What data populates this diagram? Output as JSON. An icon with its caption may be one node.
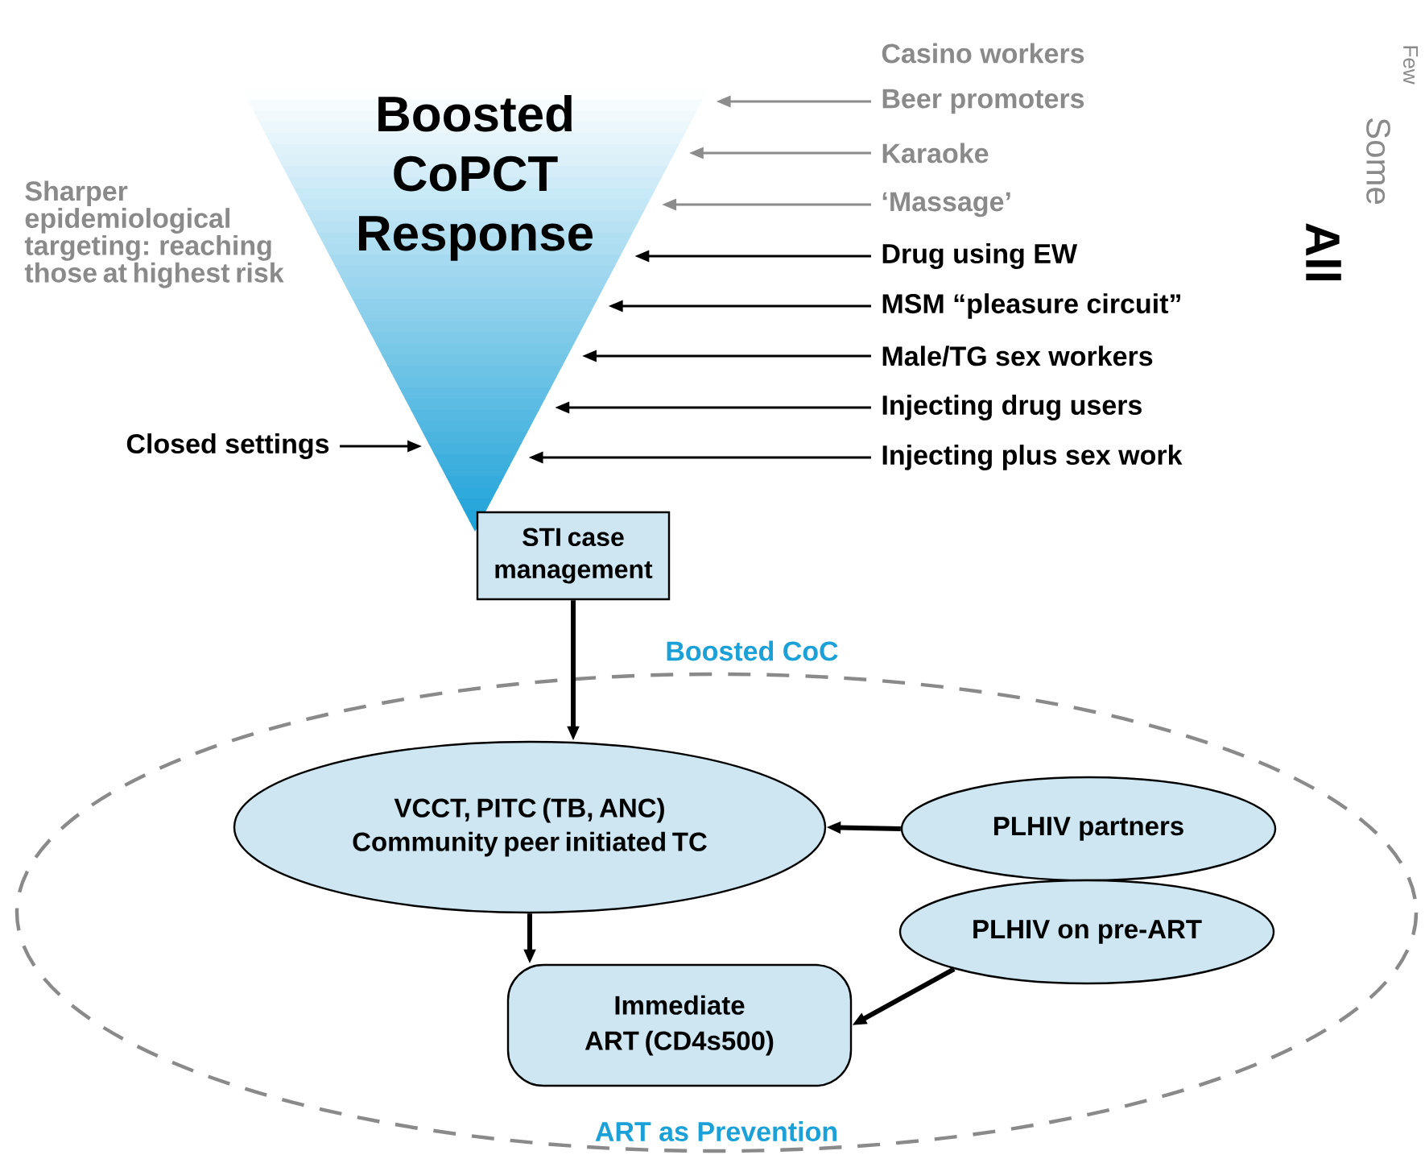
{
  "diagram": {
    "nodes": [
      {
        "text": [
          "Boosted CoPCT Response"
        ]
      },
      {
        "text": [
          "Beer promoters"
        ]
      },
      {
        "text": [
          "Karaoke"
        ]
      },
      {
        "text": [
          "‘Massage’"
        ]
      },
      {
        "text": [
          "Drug using EW"
        ]
      },
      {
        "text": [
          "MSM “pleasure circuit”"
        ]
      },
      {
        "text": [
          "Male/TG sex workers"
        ]
      },
      {
        "text": [
          "Injecting drug users"
        ]
      },
      {
        "text": [
          "Injecting plus sex work"
        ]
      },
      {
        "text": [
          "Closed settings"
        ]
      },
      {
        "text": [
          "STI case management"
        ]
      },
      {
        "text": [
          "ART as Prevention"
        ]
      },
      {
        "text": [
          "VCCT, PITC (TB, ANC) Community peer initiated TC"
        ],
        "in": 11
      },
      {
        "text": [
          "PLHIV partners"
        ],
        "in": 11
      },
      {
        "text": [
          "PLHIV on pre-ART"
        ],
        "in": 11
      },
      {
        "text": [
          "Immediate ART (CD4s500)"
        ],
        "in": 11
      }
    ],
    "edges": [
      {
        "from": 1,
        "to": 0,
        "arrow": "to",
        "color": "#8c8c8c"
      },
      {
        "from": 2,
        "to": 0,
        "arrow": "to",
        "color": "#8c8c8c"
      },
      {
        "from": 3,
        "to": 0,
        "arrow": "to",
        "color": "#8c8c8c"
      },
      {
        "from": 4,
        "to": 0,
        "arrow": "to"
      },
      {
        "from": 5,
        "to": 0,
        "arrow": "to"
      },
      {
        "from": 6,
        "to": 0,
        "arrow": "to"
      },
      {
        "from": 7,
        "to": 0,
        "arrow": "to"
      },
      {
        "from": 8,
        "to": 0,
        "arrow": "to"
      },
      {
        "from": 9,
        "to": 0,
        "arrow": "to"
      },
      {
        "from": 10,
        "to": 12,
        "arrow": "to",
        "label": "Boosted CoC",
        "style": "thick"
      },
      {
        "from": 13,
        "to": 12,
        "arrow": "to",
        "style": "thick"
      },
      {
        "from": 12,
        "to": 15,
        "arrow": "to",
        "style": "thick"
      },
      {
        "from": 14,
        "to": 15,
        "arrow": "to",
        "style": "thick"
      }
    ],
    "labels": [
      "Casino workers",
      "Few",
      "Some",
      "All",
      "Sharper epidemiological targeting: reaching those at highest risk"
    ]
  }
}
